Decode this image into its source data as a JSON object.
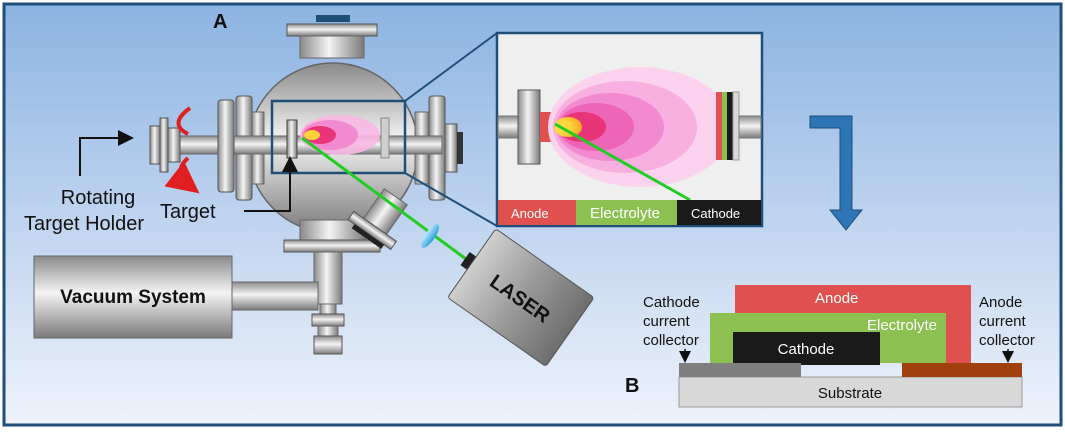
{
  "panel_labels": {
    "a": "A",
    "b": "B"
  },
  "chamber": {
    "rotating_holder_line1": "Rotating",
    "rotating_holder_line2": "Target Holder",
    "target": "Target",
    "vacuum": "Vacuum System",
    "laser": "LASER"
  },
  "inset_bar": {
    "anode": "Anode",
    "electrolyte": "Electrolyte",
    "cathode": "Cathode"
  },
  "stack": {
    "anode": "Anode",
    "electrolyte": "Electrolyte",
    "cathode": "Cathode",
    "substrate": "Substrate",
    "cathode_cc": [
      "Cathode",
      "current",
      "collector"
    ],
    "anode_cc": [
      "Anode",
      "current",
      "collector"
    ]
  },
  "colors": {
    "frame": "#1f4e79",
    "anode": "#e0504f",
    "electrolyte": "#8cc152",
    "cathode": "#1a1a1a",
    "laser_beam": "#22cc22",
    "plume": "#f28ad0",
    "arrow": "#2e75b6",
    "anode_cc": "#a0410d",
    "cathode_cc": "#7f7f7f"
  }
}
